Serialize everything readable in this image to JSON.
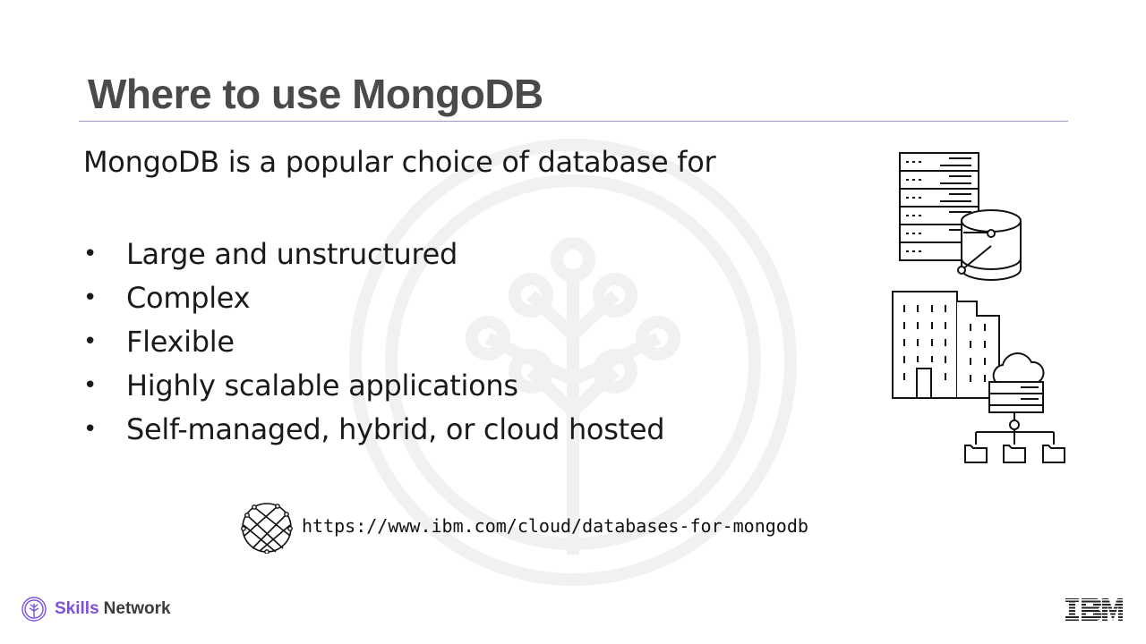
{
  "slide": {
    "title": "Where to use MongoDB",
    "intro": "MongoDB is a popular choice of database for",
    "bullets": [
      "Large and unstructured",
      "Complex",
      "Flexible",
      "Highly scalable applications",
      "Self-managed, hybrid, or cloud hosted"
    ],
    "link": {
      "icon": "globe-icon",
      "url": "https://www.ibm.com/cloud/databases-for-mongodb"
    }
  },
  "footer": {
    "brand_part1": "Skills",
    "brand_part2": "Network",
    "brand_color": "#7b4fe0",
    "company_logo_text": "IBM"
  },
  "colors": {
    "title": "#4a4a4a",
    "rule": "#9a9ac8",
    "text": "#1a1a1a"
  }
}
